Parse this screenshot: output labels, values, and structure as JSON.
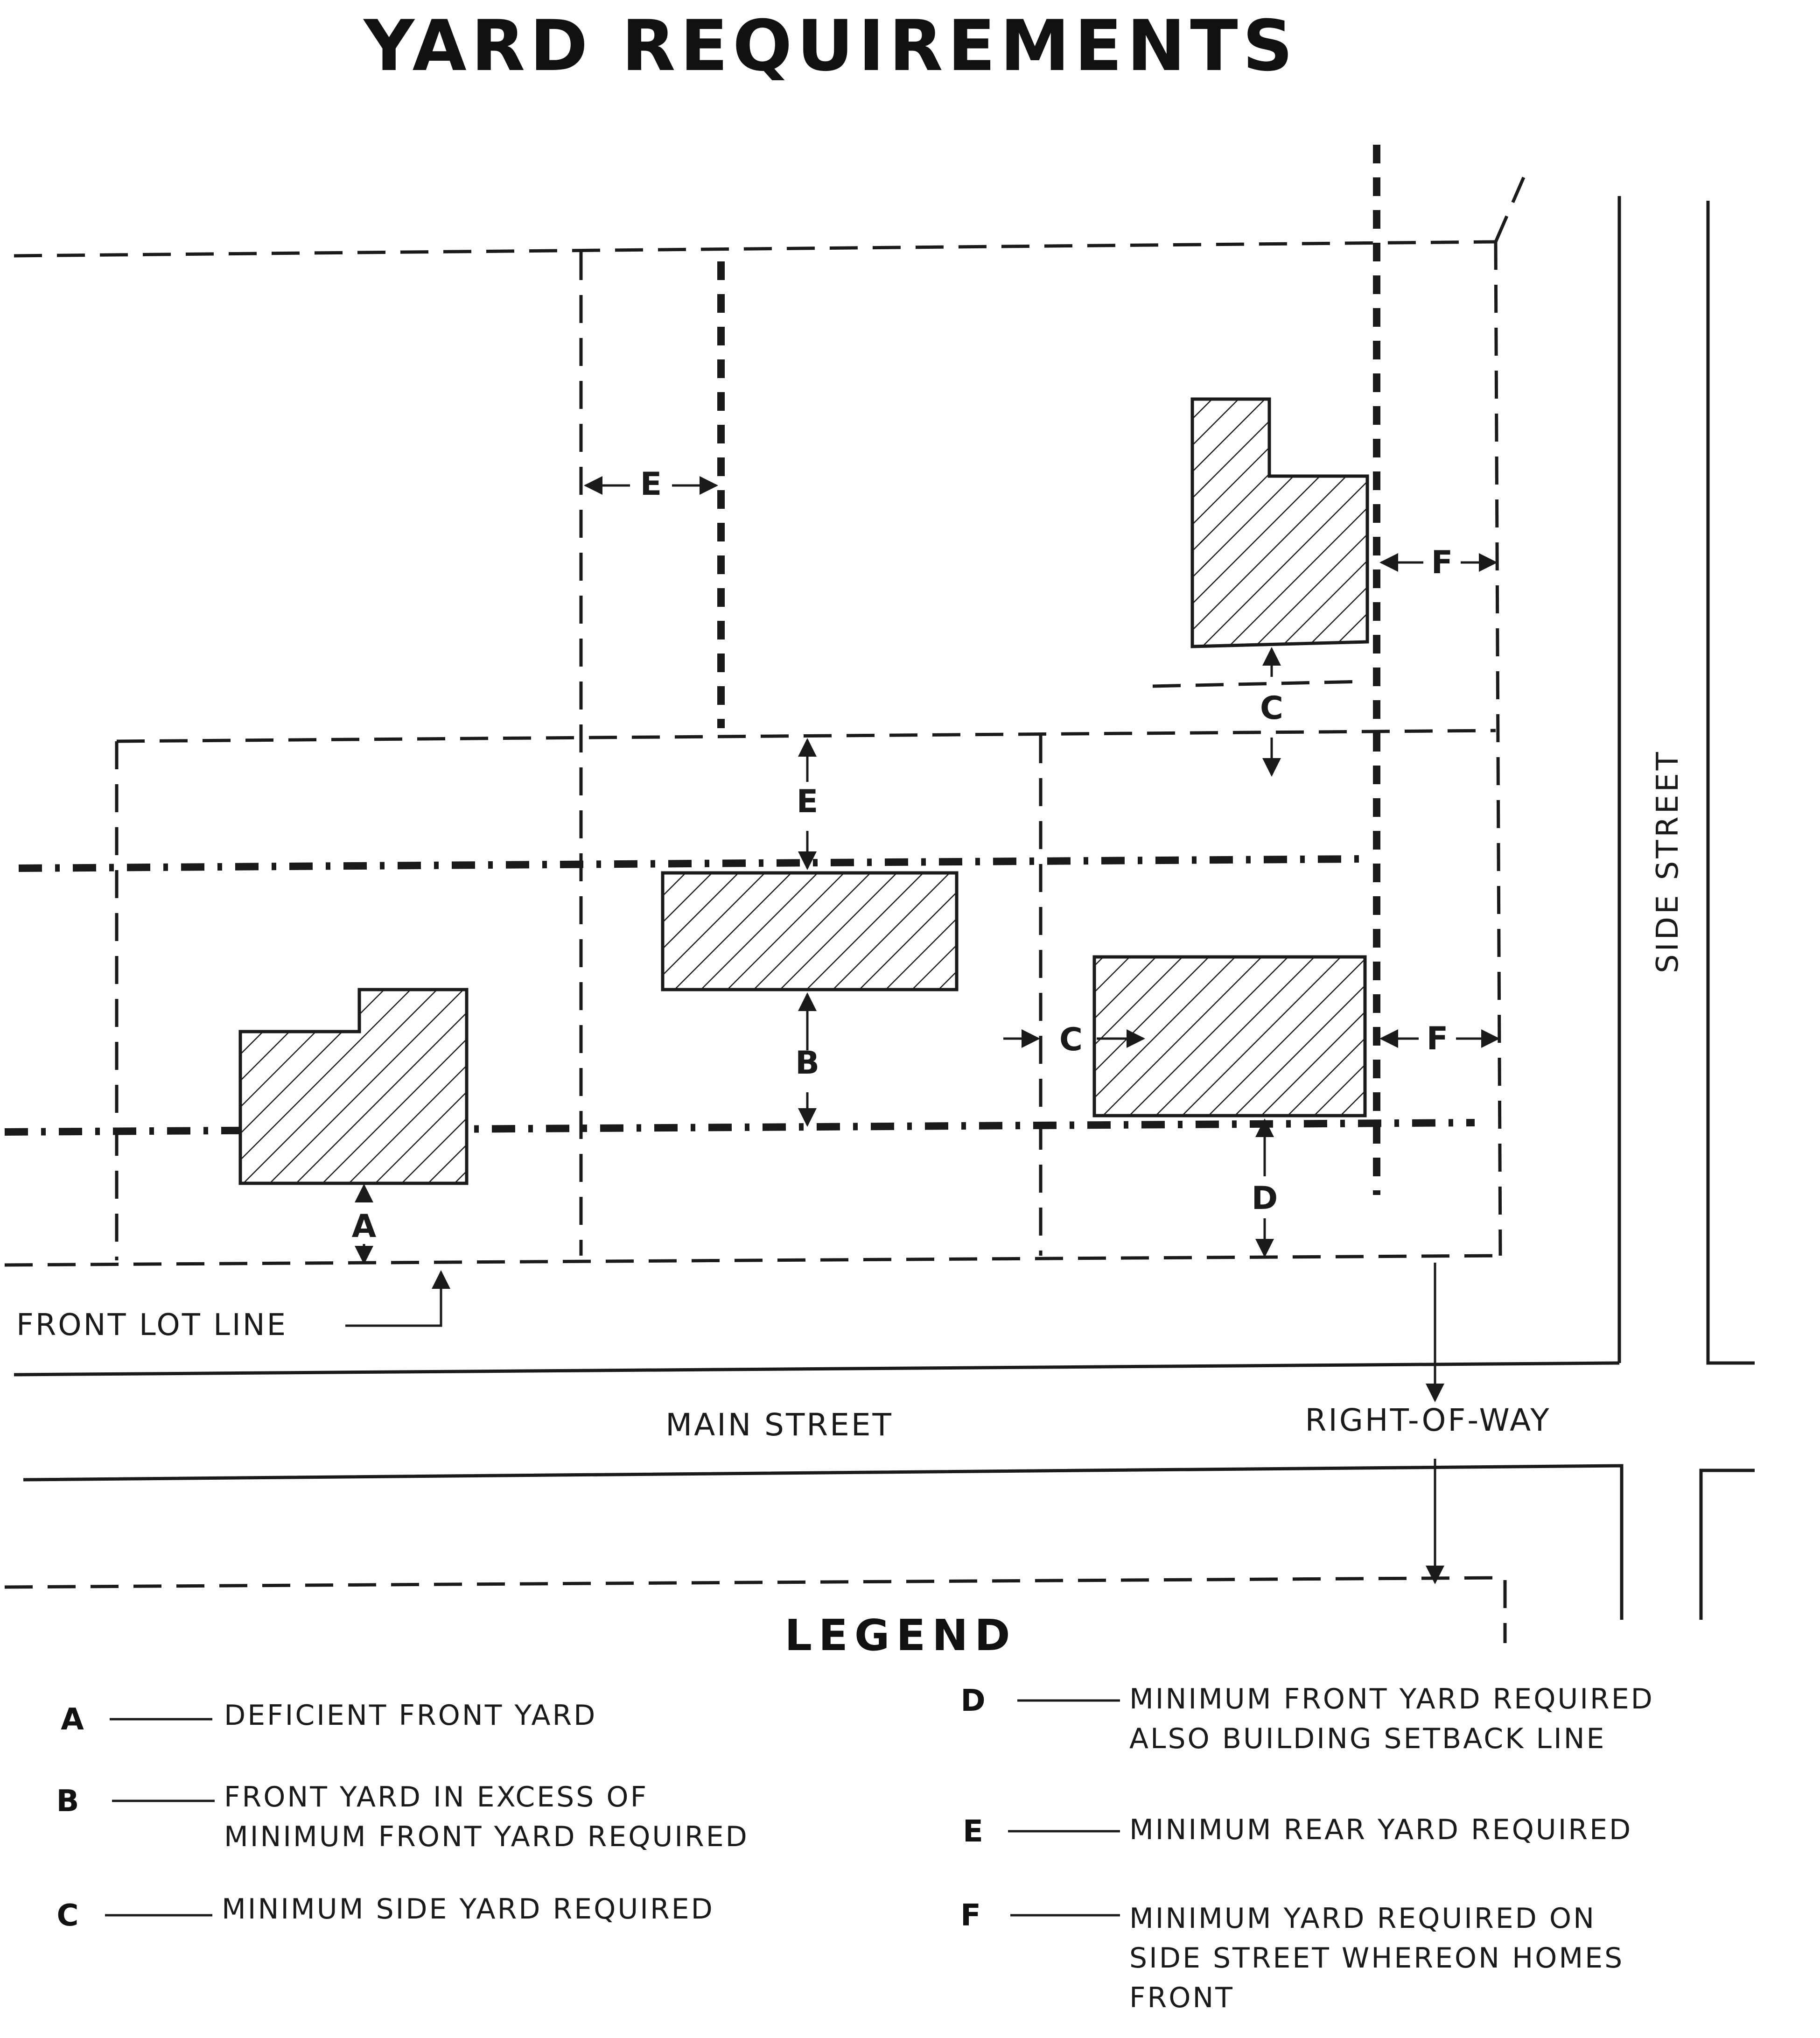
{
  "title": "YARD REQUIREMENTS",
  "streets": {
    "side": "SIDE STREET",
    "main": "MAIN STREET",
    "right_of_way": "RIGHT-OF-WAY",
    "front_lot_line": "FRONT LOT LINE"
  },
  "diagram_labels": {
    "a": "A",
    "b": "B",
    "c_top": "C",
    "c_mid": "C",
    "d": "D",
    "e_top": "E",
    "e_mid": "E",
    "f_top": "F",
    "f_mid": "F"
  },
  "legend": {
    "title": "LEGEND",
    "items": [
      {
        "letter": "A",
        "lines": [
          "DEFICIENT FRONT YARD"
        ]
      },
      {
        "letter": "B",
        "lines": [
          "FRONT YARD IN EXCESS OF",
          "MINIMUM FRONT YARD REQUIRED"
        ]
      },
      {
        "letter": "C",
        "lines": [
          "MINIMUM SIDE YARD REQUIRED"
        ]
      },
      {
        "letter": "D",
        "lines": [
          "MINIMUM FRONT YARD REQUIRED",
          "ALSO BUILDING SETBACK LINE"
        ]
      },
      {
        "letter": "E",
        "lines": [
          "MINIMUM REAR YARD REQUIRED"
        ]
      },
      {
        "letter": "F",
        "lines": [
          "MINIMUM YARD REQUIRED ON",
          "SIDE STREET WHEREON HOMES",
          "FRONT"
        ]
      }
    ]
  },
  "colors": {
    "ink": "#1a1a1a",
    "paper": "#ffffff"
  }
}
